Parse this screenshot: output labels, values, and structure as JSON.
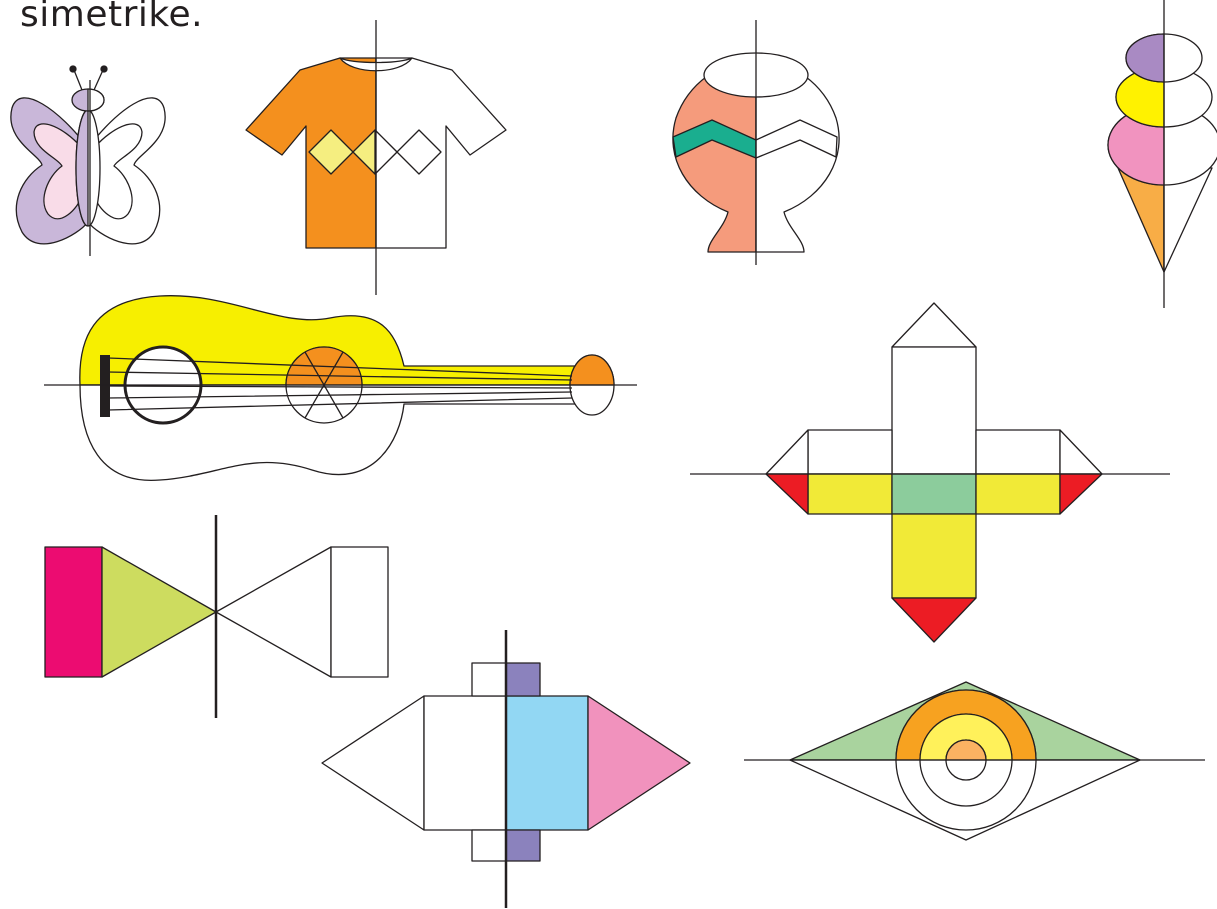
{
  "caption": "simetrike.",
  "figures": [
    {
      "name": "butterfly",
      "colors": [
        "#c9b7d9",
        "#f9dce8"
      ]
    },
    {
      "name": "t-shirt",
      "colors": [
        "#f4901e",
        "#f5ee80"
      ]
    },
    {
      "name": "vase",
      "colors": [
        "#f59b7c",
        "#1aae8f"
      ]
    },
    {
      "name": "ice-cream-cone",
      "colors": [
        "#a98ac3",
        "#fff200",
        "#f193bf",
        "#f8ad46"
      ]
    },
    {
      "name": "guitar",
      "colors": [
        "#f7ef00",
        "#f4901e",
        "#231f20"
      ]
    },
    {
      "name": "cross-shape",
      "colors": [
        "#f1ea37",
        "#8ccc9c",
        "#ec1c24"
      ]
    },
    {
      "name": "bowtie-shape",
      "colors": [
        "#ec0c71",
        "#cddc5f"
      ]
    },
    {
      "name": "hexagon-shape",
      "colors": [
        "#92d7f3",
        "#f192bd",
        "#8b82bd"
      ]
    },
    {
      "name": "eye-shape",
      "colors": [
        "#a9d39e",
        "#f7a220",
        "#fff15a",
        "#fbb262"
      ]
    }
  ]
}
